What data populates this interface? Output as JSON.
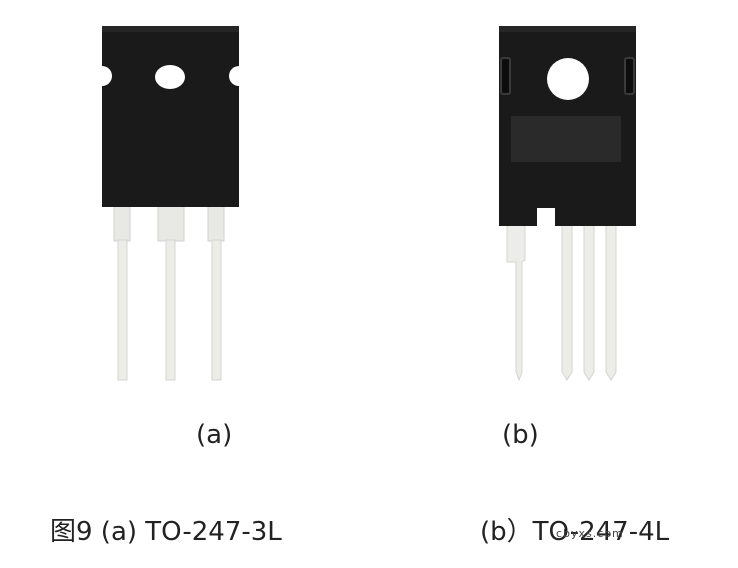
{
  "figure": {
    "label_a": "(a)",
    "label_b": "(b)",
    "caption_a": "图9 (a) TO-247-3L",
    "caption_b": "(b）TO-247-4L",
    "watermark": "cbyxs.com"
  },
  "colors": {
    "package_body": "#1a1a1a",
    "package_shade": "#2a2a2a",
    "lead": "#e8e8e4",
    "background": "#ffffff"
  }
}
